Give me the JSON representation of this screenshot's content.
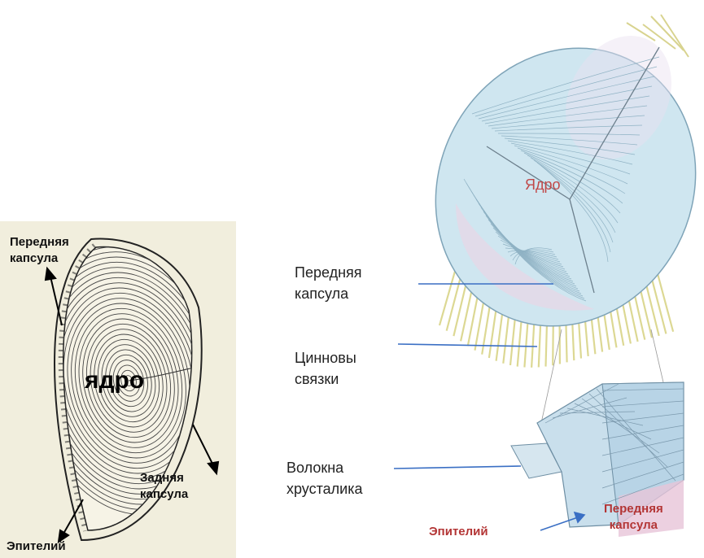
{
  "left_diagram": {
    "anterior_capsule": [
      "Передняя",
      "капсула"
    ],
    "nucleus": "ядро",
    "posterior_capsule": [
      "Задняя",
      "капсула"
    ],
    "epithelium": "Эпителий"
  },
  "right_diagram": {
    "nucleus": "Ядро",
    "anterior_capsule": [
      "Передняя",
      "капсула"
    ],
    "zonule": [
      "Цинновы",
      "связки"
    ],
    "lens_fibers": [
      "Волокна",
      "хрусталика"
    ],
    "epithelium": "Эпителий",
    "anterior_capsule_detail": [
      "Передняя",
      "капсула"
    ]
  },
  "colors": {
    "left_background": "#f1eedd",
    "lens_blue": "#cfe6f0",
    "leader_line_blue": "#3a6fc4",
    "red_label": "#b33535"
  }
}
